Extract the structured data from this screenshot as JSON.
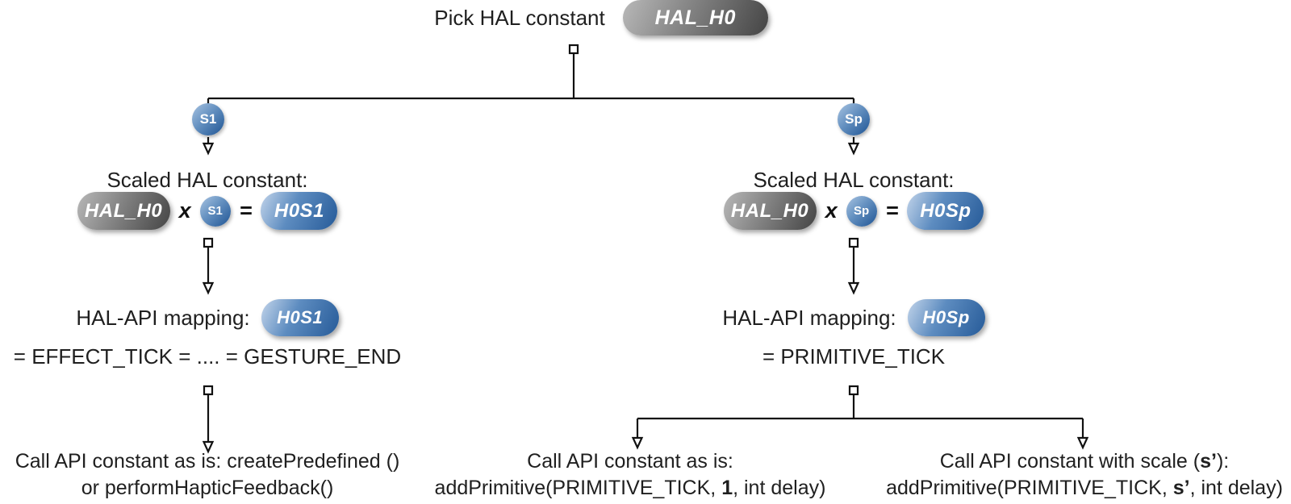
{
  "root": {
    "label": "Pick HAL constant",
    "pill": "HAL_H0"
  },
  "left": {
    "badge": "S1",
    "scaled_title": "Scaled HAL constant:",
    "formula": {
      "hal": "HAL_H0",
      "op_times": "x",
      "scale": "S1",
      "op_equals": "=",
      "result": "H0S1"
    },
    "mapping_label": "HAL-API mapping:",
    "mapping_pill": "H0S1",
    "equation": "= EFFECT_TICK = .... = GESTURE_END",
    "action_line1": "Call API constant as is: createPredefined ()",
    "action_line2": "or performHapticFeedback()"
  },
  "right": {
    "badge": "Sp",
    "scaled_title": "Scaled HAL constant:",
    "formula": {
      "hal": "HAL_H0",
      "op_times": "x",
      "scale": "Sp",
      "op_equals": "=",
      "result": "H0Sp"
    },
    "mapping_label": "HAL-API mapping:",
    "mapping_pill": "H0Sp",
    "equation": "= PRIMITIVE_TICK",
    "action_as_is": {
      "line1": "Call API constant as is:",
      "line2_prefix": "addPrimitive(PRIMITIVE_TICK, ",
      "line2_bold": "1",
      "line2_suffix": ", int delay)"
    },
    "action_scaled": {
      "line1_prefix": "Call API constant with scale (",
      "line1_bold": "s’",
      "line1_suffix": "):",
      "line2_prefix": "addPrimitive(PRIMITIVE_TICK, ",
      "line2_bold": "s’",
      "line2_suffix": ", int delay)"
    }
  },
  "colors": {
    "text": "#1f1f1f",
    "line": "#111111",
    "gray-light": "#b8b8b8",
    "gray-dark": "#4a4a4a",
    "blue-light": "#c2d4ea",
    "blue-mid": "#5d8cc0",
    "blue-dark": "#2b5f9c"
  }
}
